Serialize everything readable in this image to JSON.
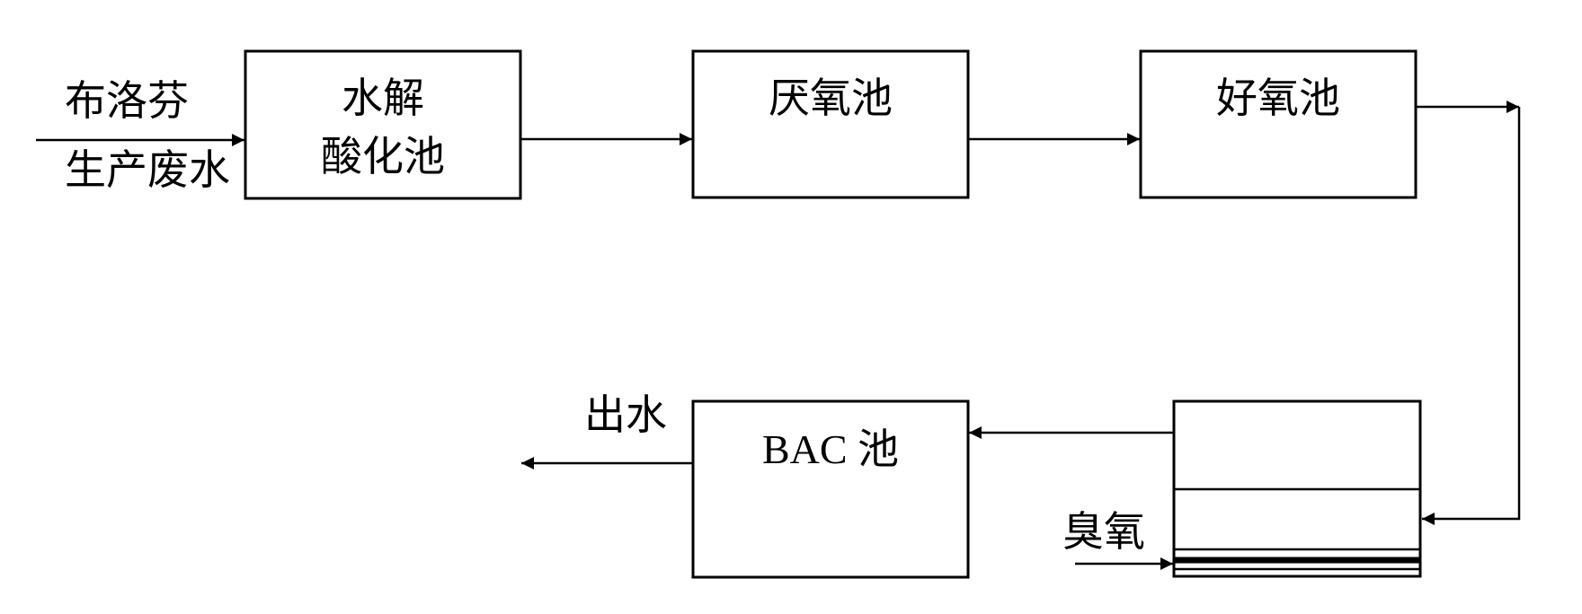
{
  "diagram": {
    "input_label_line1": "布洛芬",
    "input_label_line2": "生产废水",
    "hydrolysis_tank_line1": "水解",
    "hydrolysis_tank_line2": "酸化池",
    "anaerobic_tank": "厌氧池",
    "aerobic_tank": "好氧池",
    "bac_tank": "BAC 池",
    "ozone_label": "臭氧",
    "output_label": "出水"
  },
  "colors": {
    "stroke": "#000000",
    "background": "#ffffff"
  }
}
